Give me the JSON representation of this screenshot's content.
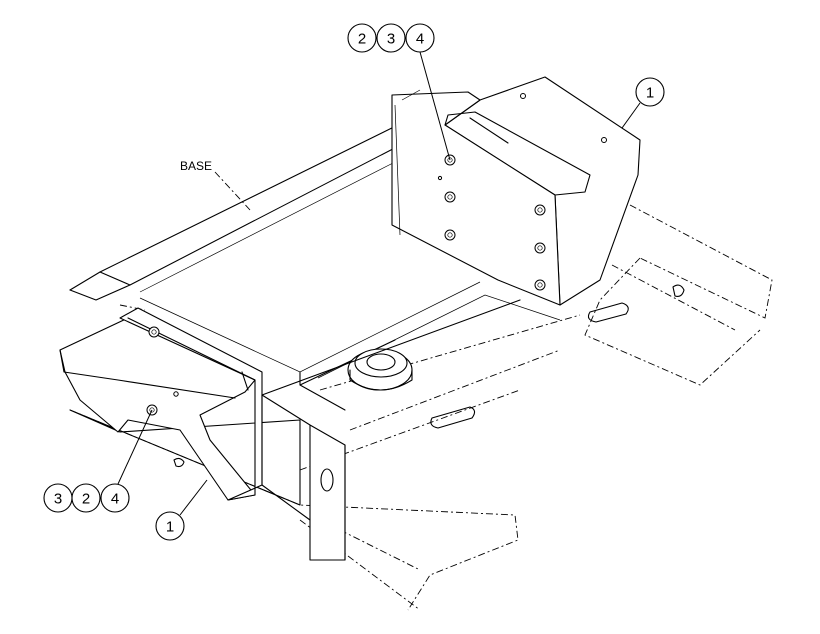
{
  "diagram": {
    "base_label": "BASE",
    "callouts": {
      "top_cluster": [
        "2",
        "3",
        "4"
      ],
      "top_right": "1",
      "bottom_cluster": [
        "3",
        "2",
        "4"
      ],
      "bottom": "1"
    }
  }
}
